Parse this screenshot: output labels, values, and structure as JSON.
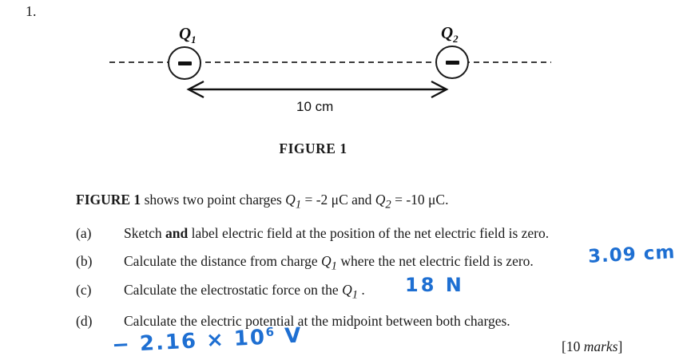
{
  "page": {
    "question_number": "1."
  },
  "figure": {
    "q1_label": {
      "symbol": "Q",
      "sub": "1"
    },
    "q2_label": {
      "symbol": "Q",
      "sub": "2"
    },
    "charge_sign_icon": "minus",
    "distance_label": "10 cm",
    "caption": "FIGURE 1"
  },
  "intro": {
    "bold": "FIGURE 1",
    "text1": " shows two point charges ",
    "q1": "Q",
    "q1_sub": "1",
    "text2": " = -2 μC and ",
    "q2": "Q",
    "q2_sub": "2",
    "text3": " = -10 μC."
  },
  "items": {
    "a": {
      "label": "(a)",
      "pre": "Sketch ",
      "bold": "and",
      "post": " label electric field at the position of the net electric field is zero."
    },
    "b": {
      "label": "(b)",
      "pre": "Calculate the distance from charge ",
      "q": "Q",
      "q_sub": "1",
      "post": " where the net electric field is zero.",
      "answer": "3.09 cm"
    },
    "c": {
      "label": "(c)",
      "pre": "Calculate the electrostatic force on the ",
      "q": "Q",
      "q_sub": "1",
      "post": " .",
      "answer": "18 N"
    },
    "d": {
      "label": "(d)",
      "text": "Calculate the electric potential at the midpoint between both charges.",
      "answer_main": "− 2.16 × 10",
      "answer_sup": "6",
      "answer_unit": " V"
    }
  },
  "footer": {
    "marks_open": "[10 ",
    "marks_italic": "marks",
    "marks_close": "]"
  },
  "colors": {
    "ink": "#1a1a1a",
    "handwriting_blue": "#1e6fd2"
  }
}
